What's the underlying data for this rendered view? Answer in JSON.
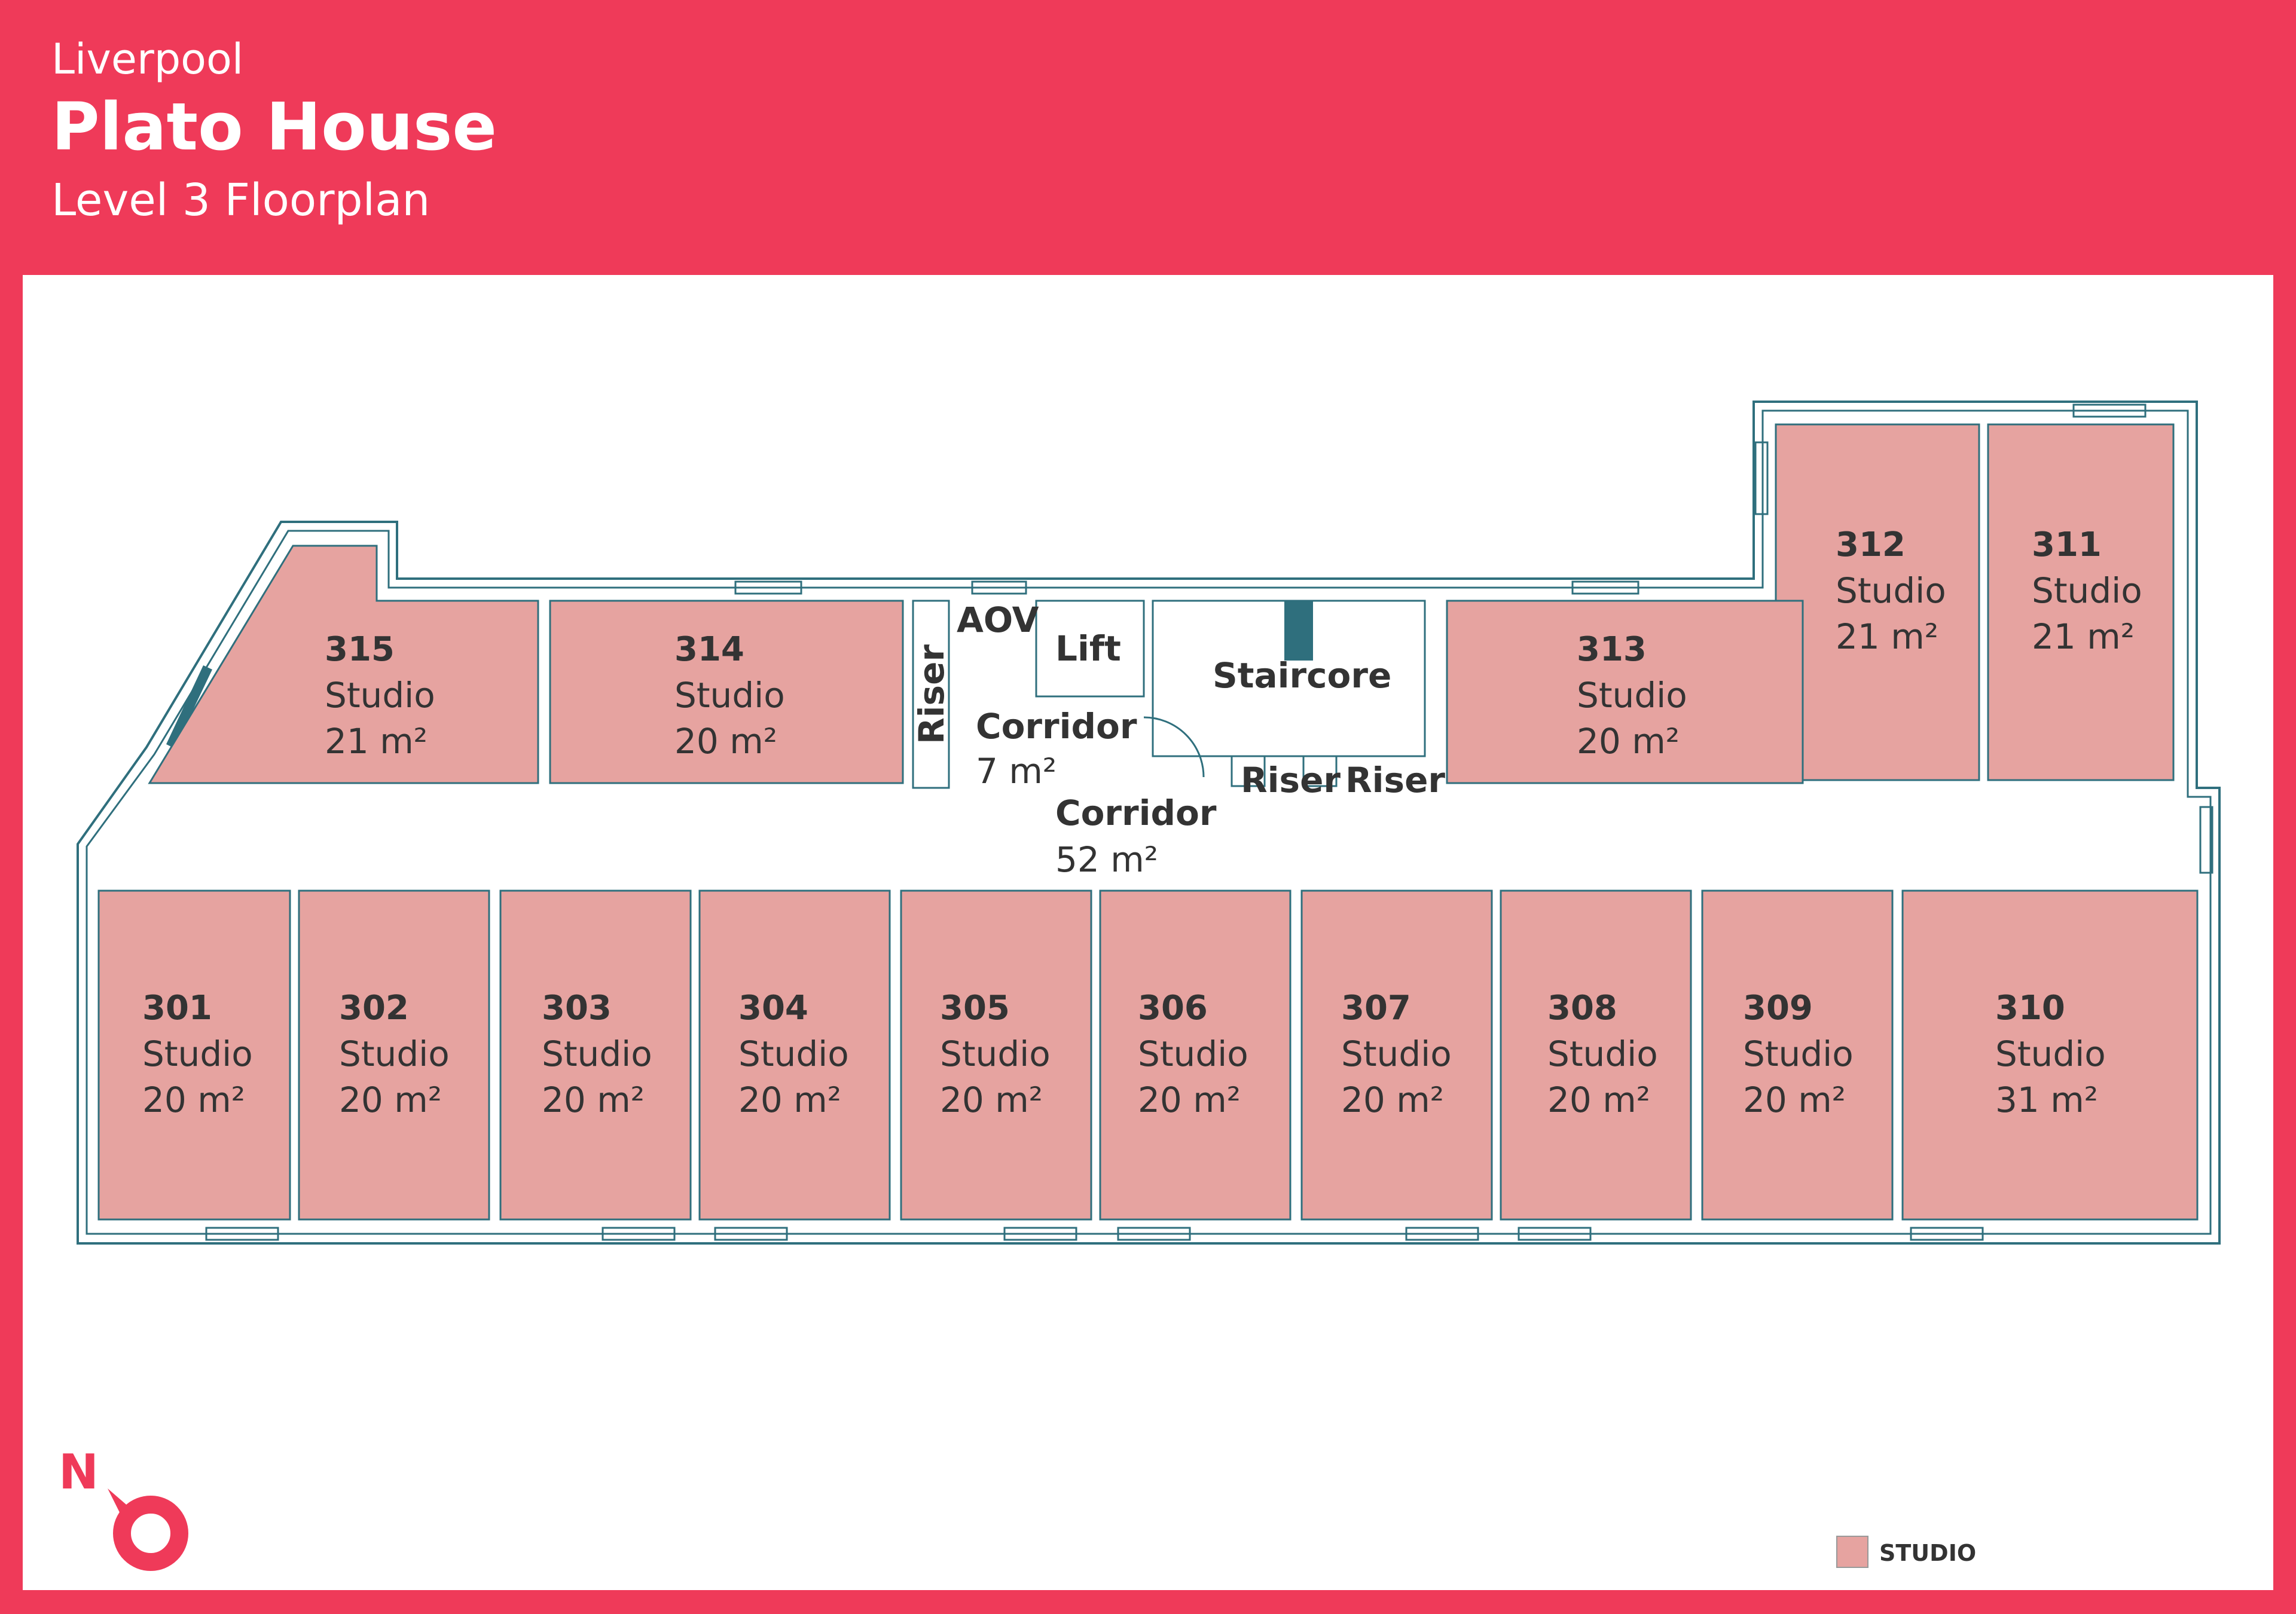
{
  "header": {
    "city": "Liverpool",
    "title": "Plato House",
    "subtitle": "Level 3 Floorplan"
  },
  "colors": {
    "brand": "#ef3a59",
    "studio": "#e6a3a0",
    "wall": "#2f6f7d",
    "text": "#333333"
  },
  "rooms": [
    {
      "id": "r301",
      "number": "301",
      "type": "Studio",
      "area": "20 m²"
    },
    {
      "id": "r302",
      "number": "302",
      "type": "Studio",
      "area": "20 m²"
    },
    {
      "id": "r303",
      "number": "303",
      "type": "Studio",
      "area": "20 m²"
    },
    {
      "id": "r304",
      "number": "304",
      "type": "Studio",
      "area": "20 m²"
    },
    {
      "id": "r305",
      "number": "305",
      "type": "Studio",
      "area": "20 m²"
    },
    {
      "id": "r306",
      "number": "306",
      "type": "Studio",
      "area": "20 m²"
    },
    {
      "id": "r307",
      "number": "307",
      "type": "Studio",
      "area": "20 m²"
    },
    {
      "id": "r308",
      "number": "308",
      "type": "Studio",
      "area": "20 m²"
    },
    {
      "id": "r309",
      "number": "309",
      "type": "Studio",
      "area": "20 m²"
    },
    {
      "id": "r310",
      "number": "310",
      "type": "Studio",
      "area": "31 m²"
    },
    {
      "id": "r311",
      "number": "311",
      "type": "Studio",
      "area": "21 m²"
    },
    {
      "id": "r312",
      "number": "312",
      "type": "Studio",
      "area": "21 m²"
    },
    {
      "id": "r313",
      "number": "313",
      "type": "Studio",
      "area": "20 m²"
    },
    {
      "id": "r314",
      "number": "314",
      "type": "Studio",
      "area": "20 m²"
    },
    {
      "id": "r315",
      "number": "315",
      "type": "Studio",
      "area": "21 m²"
    }
  ],
  "core_labels": {
    "aov": "AOV",
    "lift": "Lift",
    "staircore": "Staircore",
    "riser_vertical": "Riser",
    "riser_1": "Riser",
    "riser_2": "Riser",
    "corridor_small_name": "Corridor",
    "corridor_small_area": "7 m²",
    "corridor_main_name": "Corridor",
    "corridor_main_area": "52 m²"
  },
  "compass": {
    "label": "N"
  },
  "legend": [
    {
      "label": "STUDIO"
    }
  ]
}
